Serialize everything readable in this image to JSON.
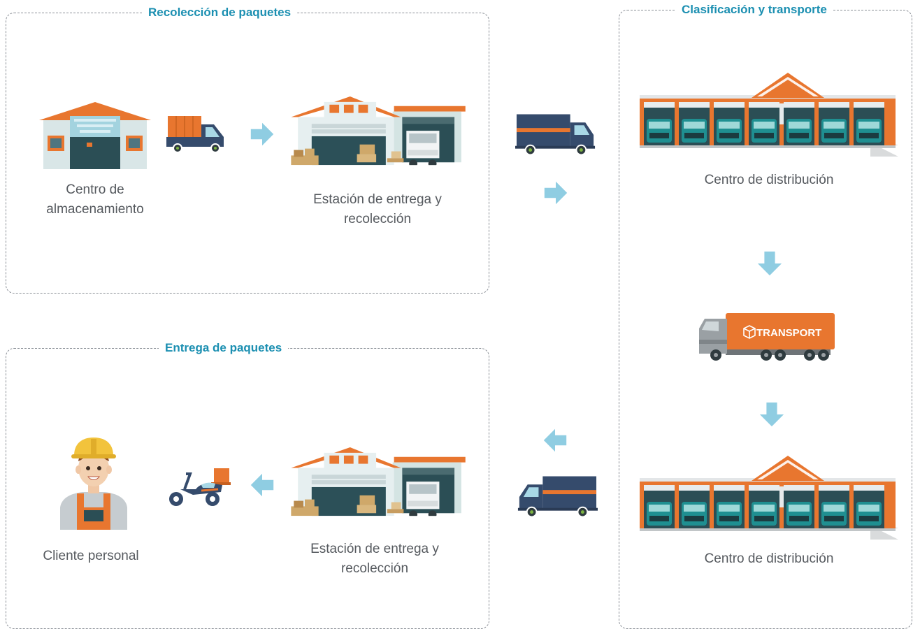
{
  "sections": {
    "pickup": "Recolección de paquetes",
    "sorting": "Clasificación y transporte",
    "delivery": "Entrega de paquetes"
  },
  "nodes": {
    "storage_center": [
      "Centro de",
      "almacenamiento"
    ],
    "station_top": [
      "Estación de entrega y",
      "recolección"
    ],
    "distribution_top": "Centro de distribución",
    "distribution_bottom": "Centro de distribución",
    "station_bottom": [
      "Estación de entrega y",
      "recolección"
    ],
    "personal_client": "Cliente personal"
  },
  "transport_truck_text": "TRANSPORT",
  "colors": {
    "accent_blue": "#1b8fb1",
    "arrow": "#8fcde2",
    "orange": "#e8762f",
    "navy": "#354b6c",
    "teal": "#1f8f91"
  },
  "icons": [
    "warehouse-icon",
    "pickup-truck-icon",
    "station-icon",
    "navy-truck-icon",
    "distribution-center-icon",
    "transport-truck-icon",
    "worker-icon",
    "scooter-icon",
    "arrow-right-icon",
    "arrow-down-icon",
    "arrow-left-icon"
  ]
}
